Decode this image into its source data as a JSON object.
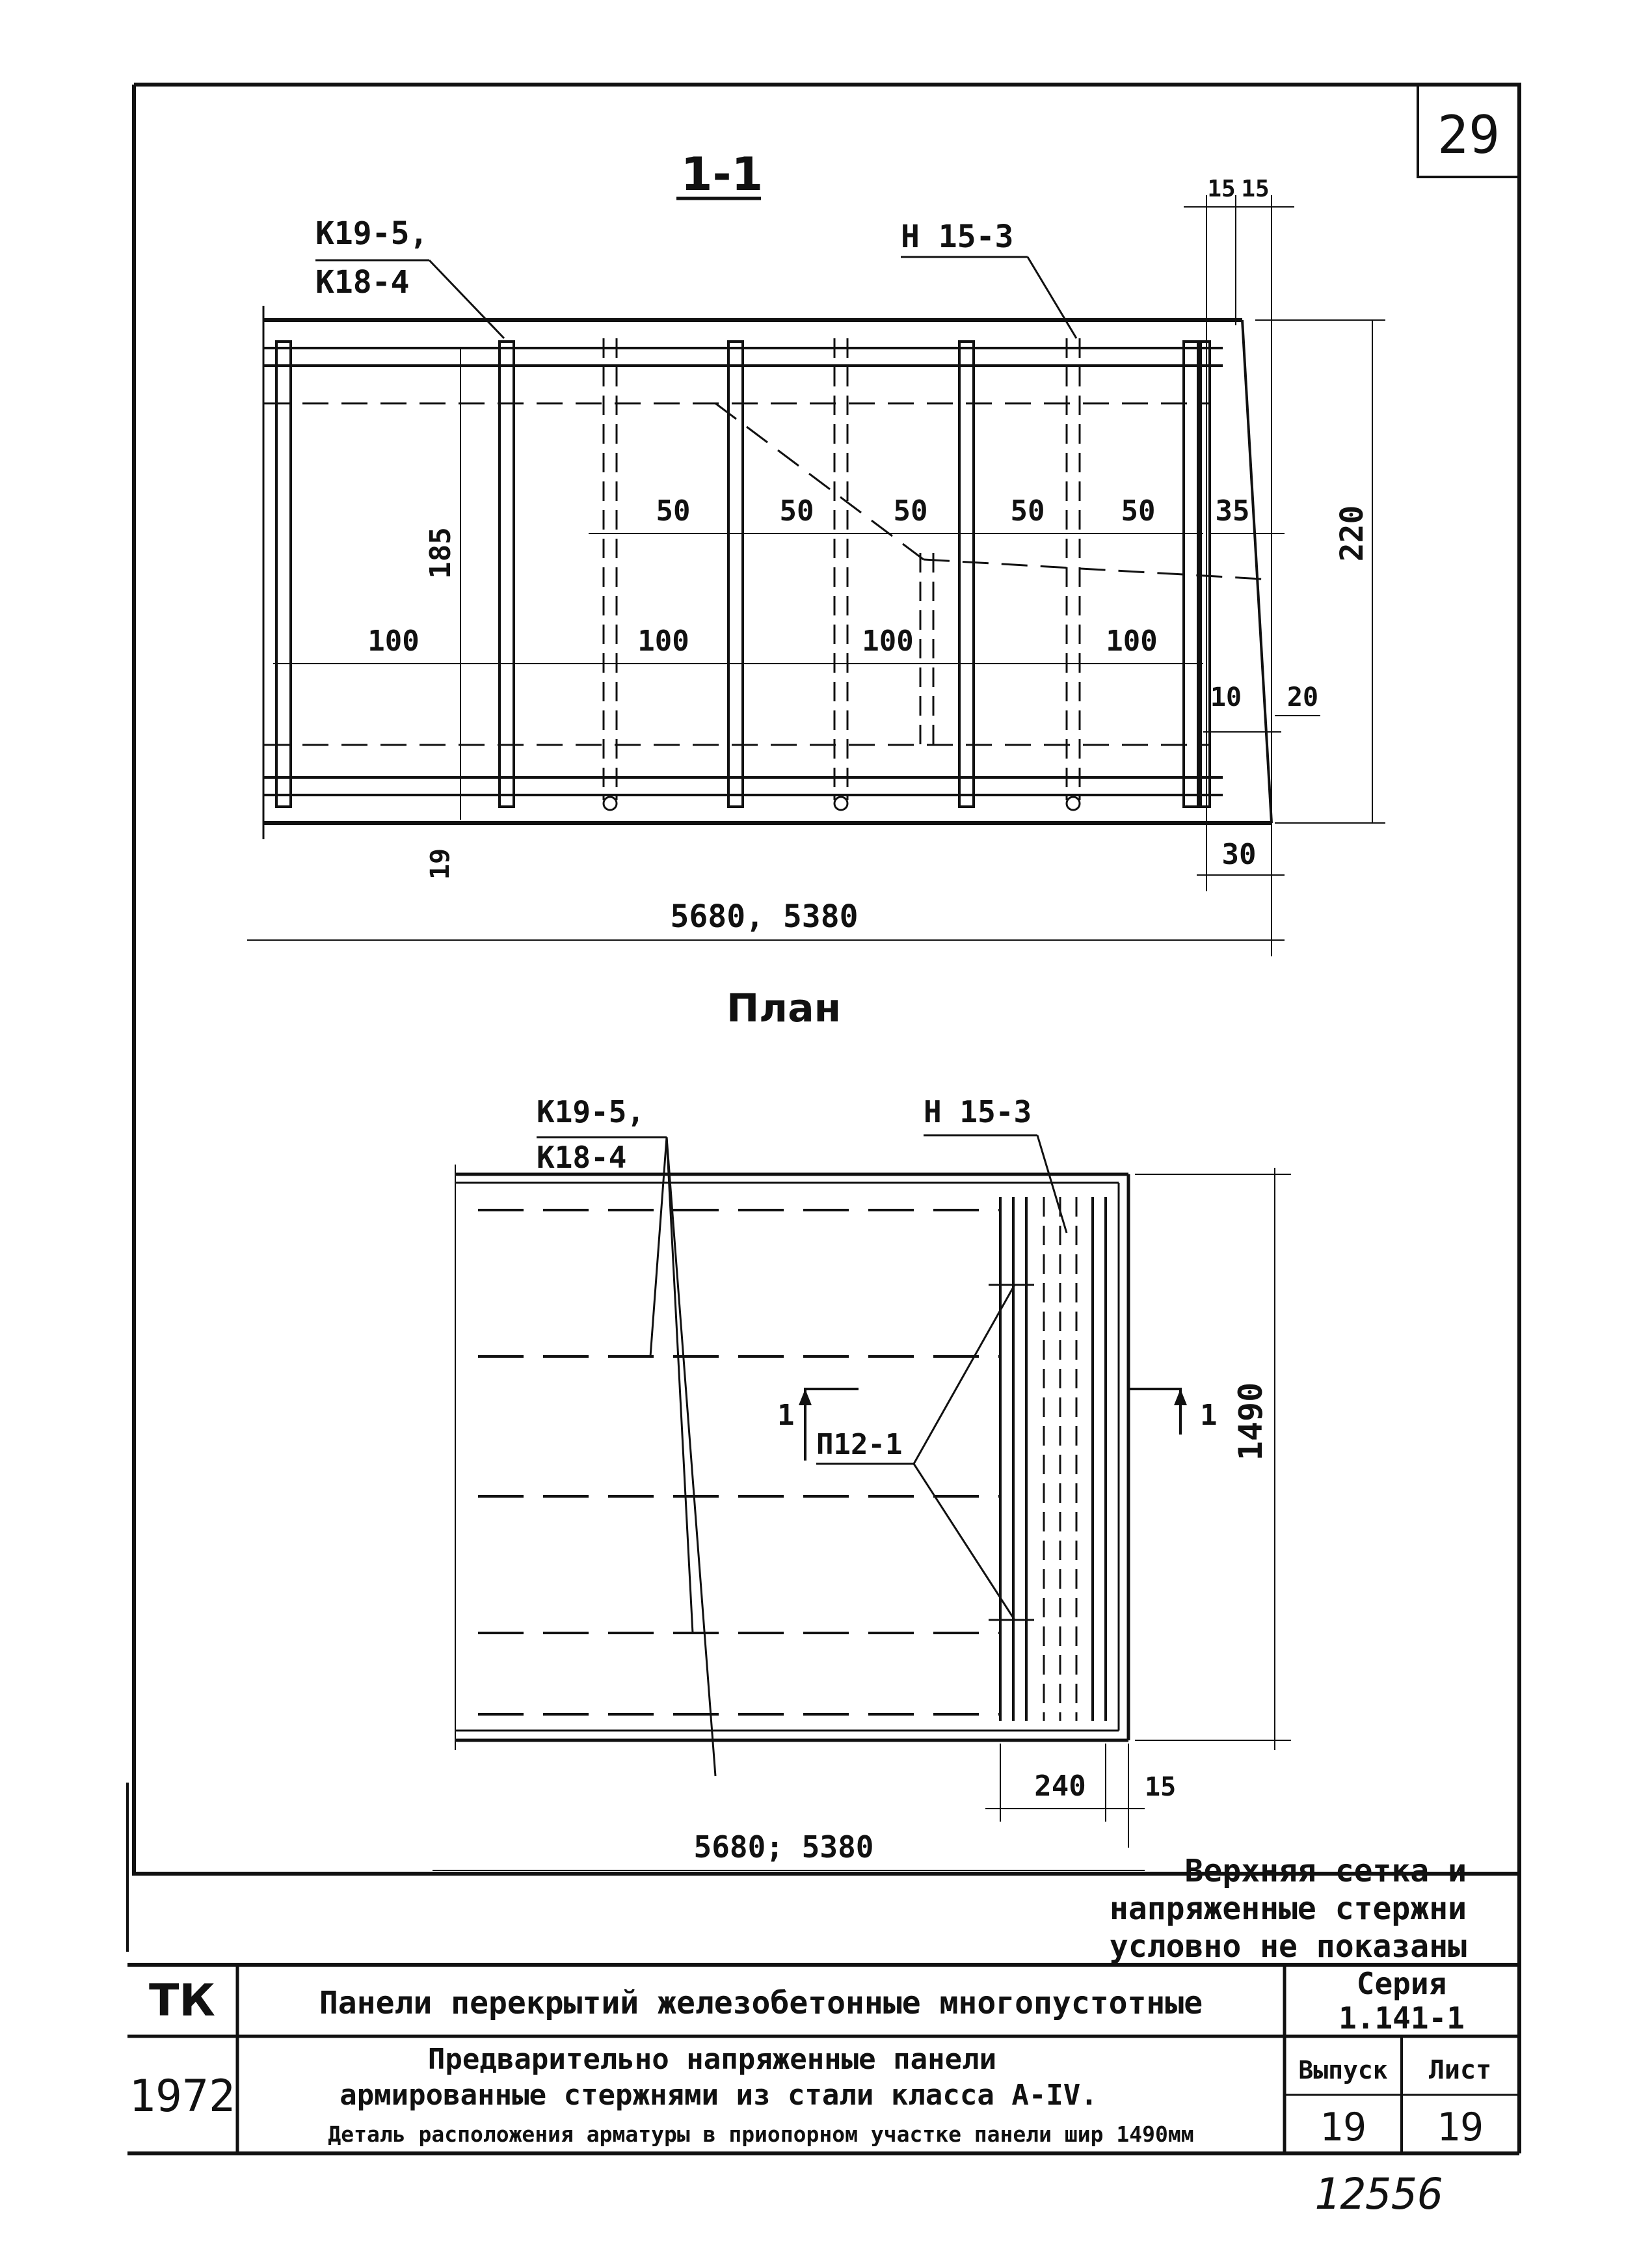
{
  "sheet_number": "29",
  "section": {
    "title": "1-1",
    "label_k_line1": "К19-5,",
    "label_k_line2": "К18-4",
    "label_n": "Н 15-3",
    "dims": {
      "d15a": "15",
      "d15b": "15",
      "d50": [
        "50",
        "50",
        "50",
        "50",
        "50"
      ],
      "d35": "35",
      "d220": "220",
      "d185": "185",
      "d100": [
        "100",
        "100",
        "100",
        "100"
      ],
      "d10": "10",
      "d20": "20",
      "d19": "19",
      "d30": "30",
      "length": "5680, 5380"
    }
  },
  "plan": {
    "title": "План",
    "label_k_line1": "К19-5,",
    "label_k_line2": "К18-4",
    "label_n": "Н 15-3",
    "label_p": "П12-1",
    "cut_left": "1",
    "cut_right": "1",
    "d1490": "1490",
    "d240": "240",
    "d15": "15",
    "length": "5680; 5380"
  },
  "note": {
    "line1": "Верхняя сетка и",
    "line2": "напряженные стержни",
    "line3": "условно не показаны"
  },
  "title_block": {
    "code": "ТК",
    "year": "1972",
    "name": "Панели перекрытий железобетонные многопустотные",
    "series_label": "Серия",
    "series_value": "1.141-1",
    "subtitle_line1": "Предварительно напряженные панели",
    "subtitle_line2": "армированные стержнями из стали класса А-IV.",
    "subtitle_line3": "Деталь расположения арматуры в приопорном участке панели шир 1490мм",
    "issue_label": "Выпуск",
    "issue_value": "19",
    "sheet_label": "Лист",
    "sheet_value": "19"
  },
  "archive_number": "12556"
}
